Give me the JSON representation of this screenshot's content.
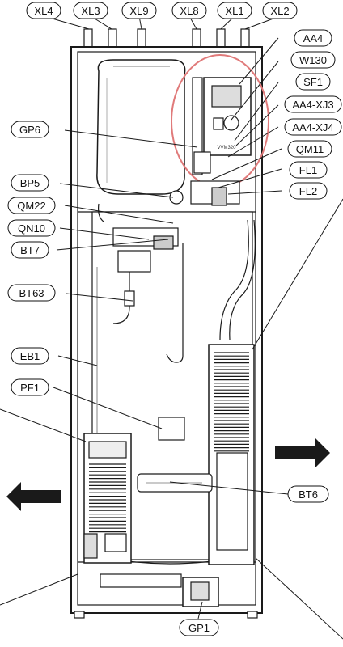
{
  "labels": {
    "XL4": "XL4",
    "XL3": "XL3",
    "XL9": "XL9",
    "XL8": "XL8",
    "XL1": "XL1",
    "XL2": "XL2",
    "AA4": "AA4",
    "W130": "W130",
    "SF1": "SF1",
    "AA4_XJ3": "AA4-XJ3",
    "AA4_XJ4": "AA4-XJ4",
    "GP6": "GP6",
    "QM11": "QM11",
    "FL1": "FL1",
    "FL2": "FL2",
    "BP5": "BP5",
    "QM22": "QM22",
    "QN10": "QN10",
    "BT7": "BT7",
    "BT63": "BT63",
    "EB1": "EB1",
    "PF1": "PF1",
    "BT6": "BT6",
    "GP1": "GP1"
  },
  "panel_text": "VVM320",
  "colors": {
    "outline": "#1a1a1a",
    "highlight": "#e07a7a",
    "fill": "#ffffff",
    "shade": "#cfcfcf",
    "arrow": "#1a1a1a"
  },
  "icons": {
    "left_arrow": "arrow-left-icon",
    "right_arrow": "arrow-right-icon"
  }
}
